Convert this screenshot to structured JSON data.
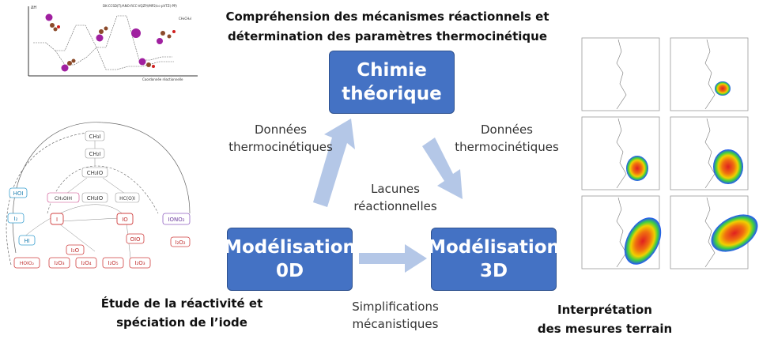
{
  "header": {
    "line1": "Compréhension des mécanismes réactionnels et",
    "line2": "détermination des paramètres thermocinétique"
  },
  "boxes": {
    "chimie": {
      "line1": "Chimie",
      "line2": "théorique"
    },
    "mod0d": {
      "line1": "Modélisation",
      "line2": "0D"
    },
    "mod3d": {
      "line1": "Modélisation",
      "line2": "3D"
    }
  },
  "labels": {
    "left_line1": "Données",
    "left_line2": "thermocinétiques",
    "right_line1": "Données",
    "right_line2": "thermocinétiques",
    "center_line1": "Lacunes",
    "center_line2": "réactionnelles",
    "bottom_line1": "Simplifications",
    "bottom_line2": "mécanistiques"
  },
  "captions": {
    "iodine_line1": "Étude de la réactivité et",
    "iodine_line2": "spéciation de l’iode",
    "field_line1": "Interprétation",
    "field_line2": "des mesures terrain"
  },
  "energy_plot": {
    "y_label": "ΔH",
    "x_label": "Coordonnée réactionnelle",
    "title": "DK-CCSD(T)/ANO-RCC-VQZP//MP2/cc-pVTZ(-PP)",
    "legend": "CH₃CH₂I"
  },
  "mechanism": {
    "species": [
      "HOI",
      "I₂",
      "HI",
      "I",
      "IO",
      "IONO₂",
      "OIO",
      "I₂O₂",
      "I₂O",
      "HOIO₂",
      "I₂O₃",
      "I₂O₄",
      "I₂O₅",
      "I₂O₃",
      "CH₃I",
      "CH₂I",
      "CH₂IO",
      "CH₃OIH",
      "CH₂IO",
      "HC(O)I"
    ]
  },
  "colors": {
    "box_fill": "#4472c4",
    "arrow": "#b4c7e7",
    "plume_core": "#e02020",
    "plume_mid": "#f0d000",
    "plume_edge": "#2050ff"
  }
}
